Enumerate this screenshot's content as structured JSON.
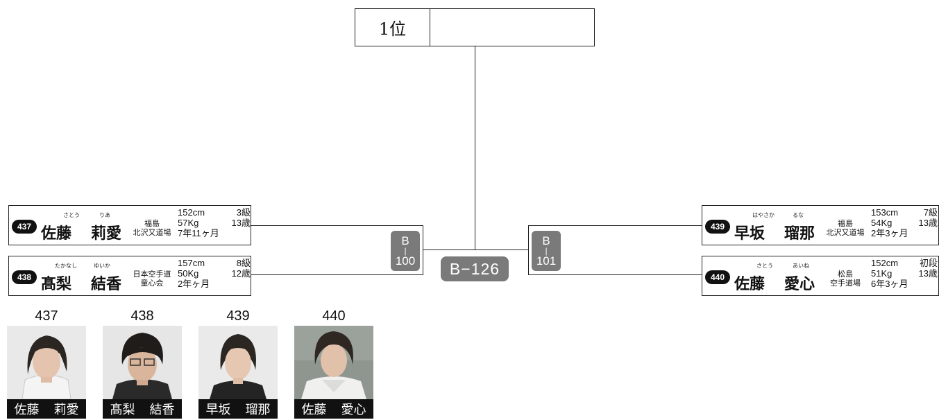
{
  "winner": {
    "rank_label": "1位",
    "name": ""
  },
  "final_match": {
    "label": "B−126"
  },
  "matches": [
    {
      "prefix": "B",
      "sep": "|",
      "number": "100"
    },
    {
      "prefix": "B",
      "sep": "|",
      "number": "101"
    }
  ],
  "competitors": [
    {
      "num": "437",
      "surname": "佐藤",
      "given": "莉愛",
      "furi_surname": "さとう",
      "furi_given": "りあ",
      "aff1": "福島",
      "aff2": "北沢又道場",
      "height": "152cm",
      "rank": "3級",
      "weight": "57Kg",
      "age": "13歳",
      "experience": "7年11ヶ月"
    },
    {
      "num": "438",
      "surname": "髙梨",
      "given": "結香",
      "furi_surname": "たかなし",
      "furi_given": "ゆいか",
      "aff1": "日本空手道",
      "aff2": "童心会",
      "height": "157cm",
      "rank": "8級",
      "weight": "50Kg",
      "age": "12歳",
      "experience": "2年ヶ月"
    },
    {
      "num": "439",
      "surname": "早坂",
      "given": "瑠那",
      "furi_surname": "はやさか",
      "furi_given": "るな",
      "aff1": "福島",
      "aff2": "北沢又道場",
      "height": "153cm",
      "rank": "7級",
      "weight": "54Kg",
      "age": "13歳",
      "experience": "2年3ヶ月"
    },
    {
      "num": "440",
      "surname": "佐藤",
      "given": "愛心",
      "furi_surname": "さとう",
      "furi_given": "あいね",
      "aff1": "松島",
      "aff2": "空手道場",
      "height": "152cm",
      "rank": "初段",
      "weight": "51Kg",
      "age": "13歳",
      "experience": "6年3ヶ月"
    }
  ],
  "photos": [
    {
      "num": "437",
      "surname": "佐藤",
      "given": "莉愛"
    },
    {
      "num": "438",
      "surname": "髙梨",
      "given": "結香"
    },
    {
      "num": "439",
      "surname": "早坂",
      "given": "瑠那"
    },
    {
      "num": "440",
      "surname": "佐藤",
      "given": "愛心"
    }
  ]
}
